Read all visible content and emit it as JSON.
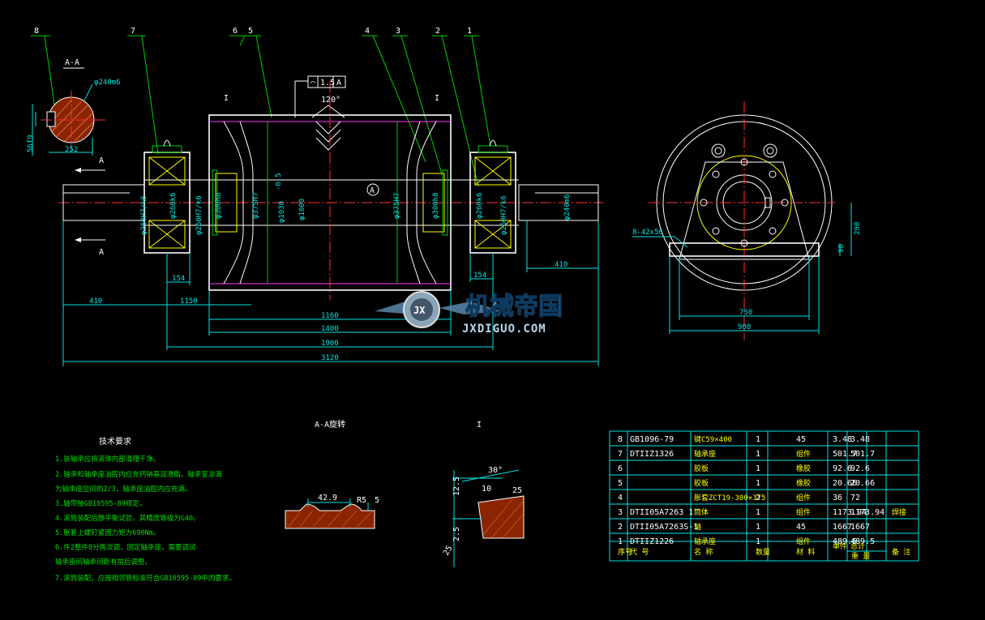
{
  "balloons": [
    "8",
    "7",
    "6",
    "5",
    "4",
    "3",
    "2",
    "1"
  ],
  "section_label": "A-A",
  "section_arrow": "A",
  "datum_a": "A",
  "gdt": {
    "sym": "⌒",
    "tol": "1.5",
    "datum": "A"
  },
  "angle_120": "120°",
  "detail_mark_top": "I",
  "fits": {
    "f1": "φ260H7/k6",
    "f2": "φ260k6",
    "f3": "φ260H7/k6",
    "f4": "φ300h8",
    "f5": "φ375H7",
    "f6": "φ1030",
    "f6_sup": "-0.5",
    "f7": "φ1000",
    "f8": "φ375H7",
    "f9": "φ300h8",
    "f10": "φ260k6",
    "f11": "φ260H7/k6",
    "f12": "φ240m6",
    "sec": "φ240m6"
  },
  "dims": {
    "d_252": "252",
    "d_56": "56f9",
    "d_154l": "154",
    "d_154r": "154",
    "d_410l": "410",
    "d_410r": "410",
    "d_1150": "1150",
    "d_1160": "1160",
    "d_1400": "1400",
    "d_1900": "1900",
    "d_3120": "3120",
    "d_bolts": "8-42x56",
    "d_290": "290",
    "d_90": "90",
    "d_750": "750",
    "d_900": "900"
  },
  "notes_title": "技术要求",
  "notes": [
    "1.装轴承应将滚珠内部清理干净。",
    "2.轴承和轴承座油腔内应充钙钠基润滑脂，轴承室涂满",
    "  为轴承座空间的2/3，轴承座油腔内应充满。",
    "3.轴带按GB10595-89规定。",
    "4.滚筒装配后静平衡试验，其精度等级为G40。",
    "5.胀套上螺钉紧固力矩为690Nm。",
    "6.件2整件8分两次调，固定轴承座，需要调试",
    "  轴承座间轴承间距有前后调整。",
    "7.滚筒装配，应按相邻管标准符合GB10595-89中的要求。"
  ],
  "center_title": "A-A旋转",
  "d_42_9": "42.9",
  "d_r5": "R5",
  "d_5": "5",
  "detail_i": "I",
  "d_30": "30°",
  "d_10": "10",
  "d_25a": "25",
  "d_12_5": "12.5",
  "d_2_5": "2.5",
  "d_25b": "25",
  "bom": {
    "rows": [
      [
        "8",
        "GB1096-79",
        "键C59×400",
        "1",
        "45",
        "3.48",
        "3.48",
        ""
      ],
      [
        "7",
        "DTIIZ1326",
        "轴承座",
        "1",
        "组件",
        "501.7",
        "501.7",
        ""
      ],
      [
        "6",
        "",
        "胶板",
        "1",
        "橡胶",
        "92.6",
        "92.6",
        ""
      ],
      [
        "5",
        "",
        "胶板",
        "1",
        "橡胶",
        "20.66",
        "20.66",
        ""
      ],
      [
        "4",
        "",
        "胀套ZCT19-300×375",
        "2",
        "组件",
        "36",
        "72",
        ""
      ],
      [
        "3",
        "DTII05A7263 1",
        "筒体",
        "1",
        "组件",
        "1173.94",
        "1173.94",
        "焊接"
      ],
      [
        "2",
        "DTII05A7263S-1",
        "轴",
        "1",
        "45",
        "1667",
        "1667",
        ""
      ],
      [
        "1",
        "DTIIZ1226",
        "轴承座",
        "1",
        "组件",
        "489.5",
        "489.5",
        ""
      ]
    ],
    "header": [
      "序号",
      "代  号",
      "名  称",
      "数量",
      "材  料",
      "单件",
      "总计",
      "备  注"
    ],
    "header_sub": "重  量"
  },
  "watermark": {
    "cn": "机械帝国",
    "en": "JXDIGUO.COM",
    "badge": "JX"
  },
  "colors": {
    "bg": "#000000",
    "white": "#ffffff",
    "yellow": "#ffff00",
    "cyan": "#00e5e5",
    "green": "#00d000",
    "red": "#ff3030",
    "magenta": "#ff30ff"
  }
}
